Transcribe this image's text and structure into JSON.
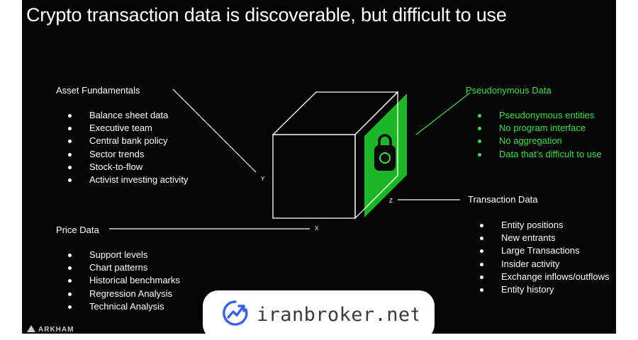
{
  "slide": {
    "title": "Crypto transaction data is discoverable, but difficult to use"
  },
  "asset_fundamentals": {
    "heading": "Asset Fundamentals",
    "items": [
      "Balance sheet data",
      "Executive team",
      "Central bank policy",
      "Sector trends",
      "Stock-to-flow",
      "Activist investing activity"
    ]
  },
  "price_data": {
    "heading": "Price Data",
    "items": [
      "Support levels",
      "Chart patterns",
      "Historical benchmarks",
      "Regression Analysis",
      "Technical Analysis"
    ]
  },
  "pseudonymous_data": {
    "heading": "Pseudonymous Data",
    "items": [
      "Pseudonymous entities",
      "No program interface",
      "No aggregation",
      "Data that’s difficult to use"
    ]
  },
  "transaction_data": {
    "heading": "Transaction Data",
    "items": [
      "Entity positions",
      "New entrants",
      "Large Transactions",
      "Insider activity",
      "Exchange inflows/outflows",
      "Entity history"
    ]
  },
  "axes": {
    "x": "X",
    "y": "Y",
    "z": "Z"
  },
  "footer": {
    "brand": "ARKHAM"
  },
  "watermark": {
    "brand": "iranbroker.net",
    "icon": "trend-chart-icon"
  },
  "colors": {
    "background": "#050505",
    "text": "#ffffff",
    "accent_green": "#3fe04a",
    "watermark_blue": "#3a62e0",
    "watermark_text": "#3a3a3a"
  }
}
